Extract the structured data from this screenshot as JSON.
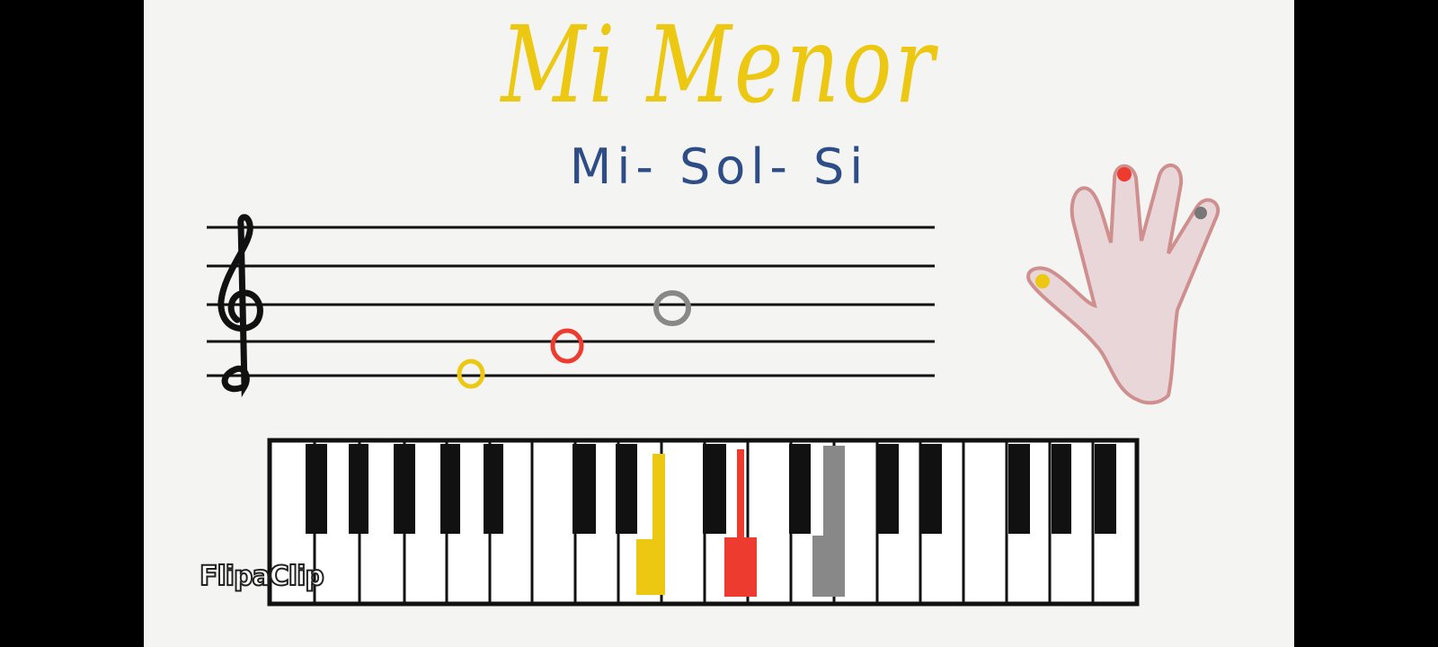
{
  "title": "Mi Menor",
  "subtitle": "Mi- Sol- Si",
  "watermark": "FlipaClip",
  "note_colors": {
    "mi": "#ecc812",
    "sol": "#ee3b2f",
    "si": "#888888"
  },
  "icons": [
    "treble-clef-icon",
    "hand-icon"
  ]
}
